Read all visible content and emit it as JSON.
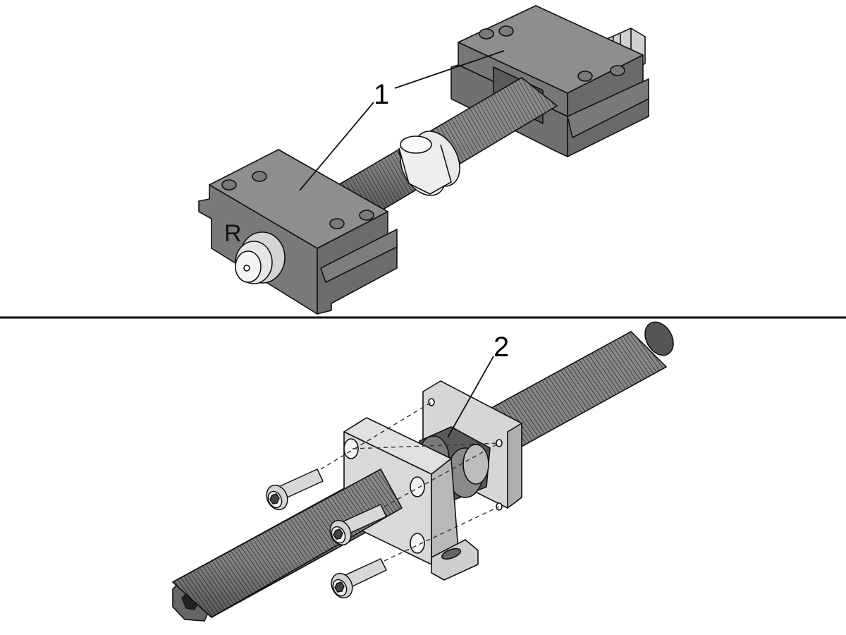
{
  "top_view": {
    "callout": "1",
    "block_letter": "R"
  },
  "bottom_view": {
    "callout": "2"
  },
  "colors": {
    "block_dark": "#8a8a8a",
    "block_light": "#c8c8c8",
    "thread": "#7d7d7d",
    "outline": "#111111",
    "divider": "#000000"
  }
}
